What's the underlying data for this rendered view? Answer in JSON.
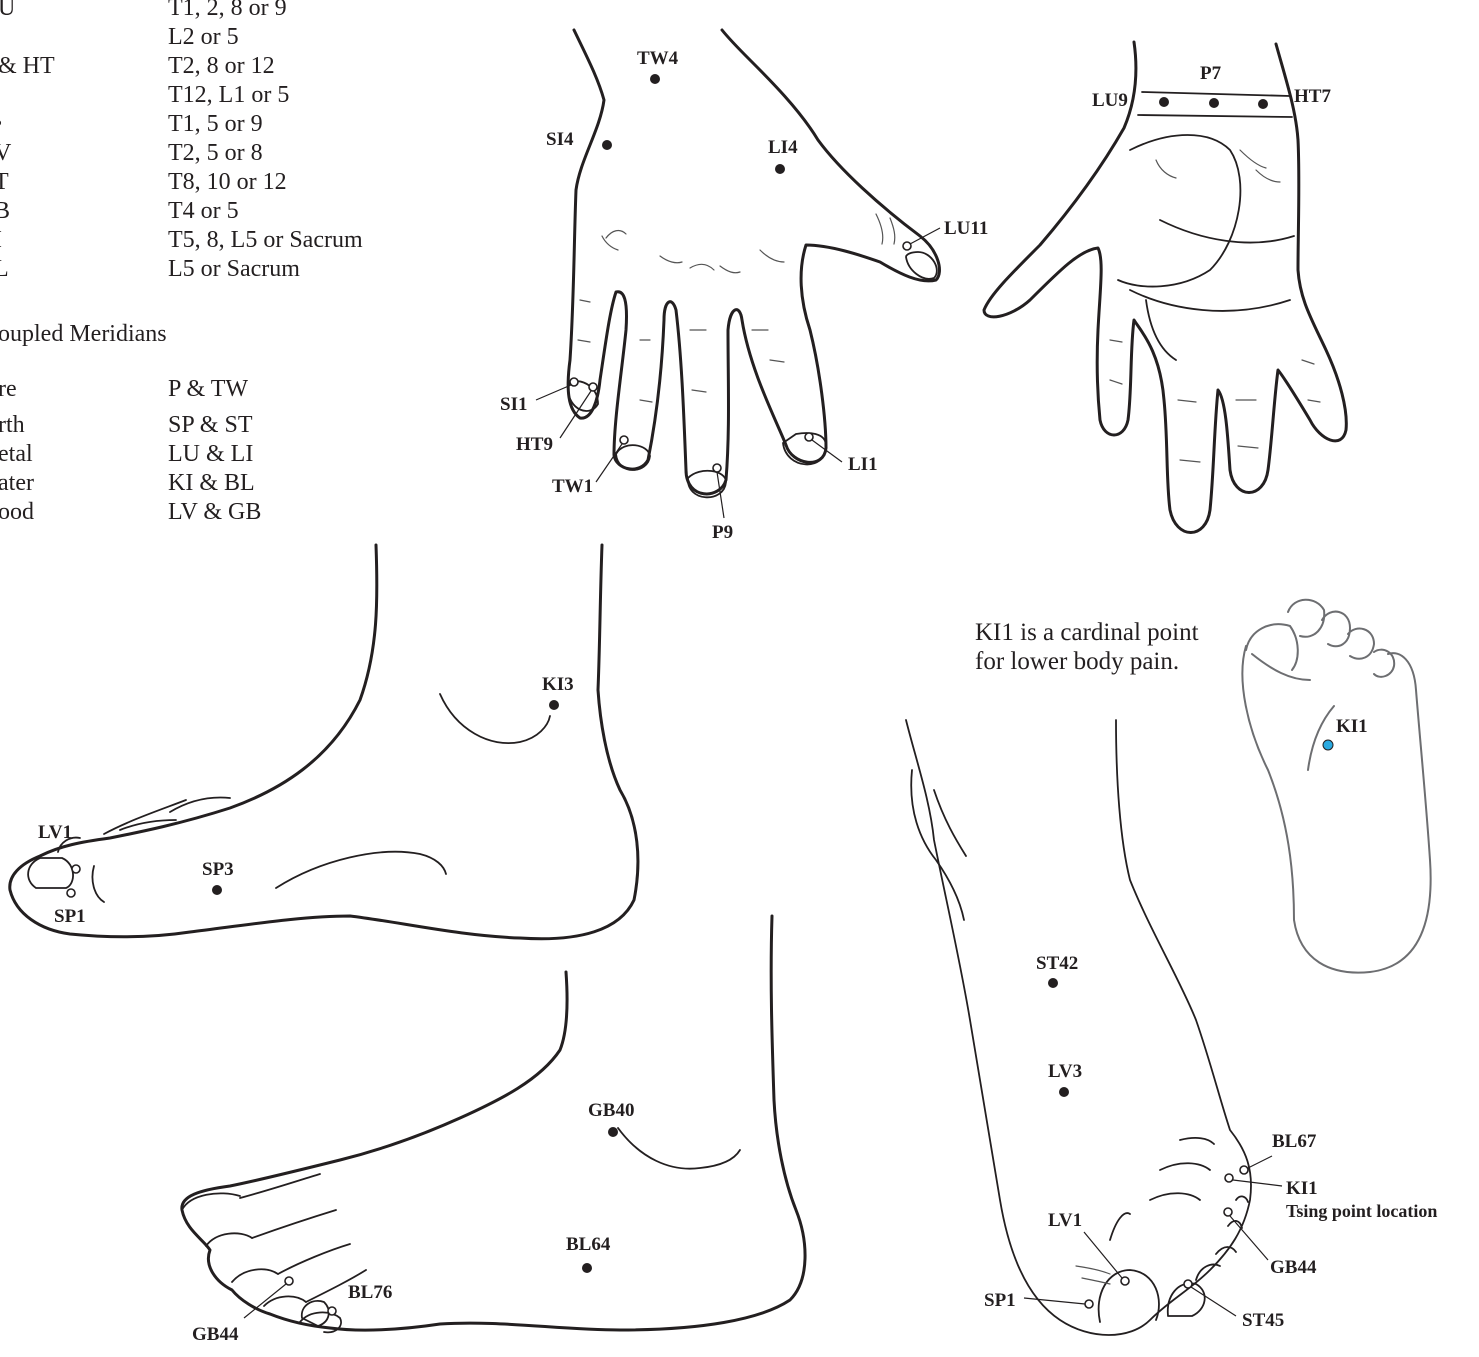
{
  "table_top": {
    "rows": [
      {
        "meridian": "U",
        "vertebrae": "T1, 2, 8 or 9"
      },
      {
        "meridian": "",
        "vertebrae": "L2 or 5"
      },
      {
        "meridian": "& HT",
        "vertebrae": "T2, 8 or 12"
      },
      {
        "meridian": "",
        "vertebrae": "T12, L1 or 5"
      },
      {
        "meridian": "•",
        "vertebrae": "T1, 5 or 9"
      },
      {
        "meridian": "V",
        "vertebrae": "T2, 5 or 8"
      },
      {
        "meridian": "T",
        "vertebrae": "T8, 10 or 12"
      },
      {
        "meridian": "B",
        "vertebrae": "T4 or 5"
      },
      {
        "meridian": "I",
        "vertebrae": "T5, 8, L5 or Sacrum"
      },
      {
        "meridian": "L",
        "vertebrae": "L5 or Sacrum"
      }
    ]
  },
  "coupled": {
    "title": "oupled Meridians",
    "rows": [
      {
        "element": "re",
        "pair": "P & TW"
      },
      {
        "element": "rth",
        "pair": "SP & ST"
      },
      {
        "element": "etal",
        "pair": "LU & LI"
      },
      {
        "element": "ater",
        "pair": "KI & BL"
      },
      {
        "element": "ood",
        "pair": "LV & GB"
      }
    ]
  },
  "note": {
    "line1": "KI1 is a cardinal point",
    "line2": "for lower body pain."
  },
  "points": {
    "hand_back": {
      "tw4": "TW4",
      "si4": "SI4",
      "li4": "LI4",
      "lu11": "LU11",
      "si1": "SI1",
      "ht9": "HT9",
      "tw1": "TW1",
      "p9": "P9",
      "li1": "LI1"
    },
    "palm": {
      "lu9": "LU9",
      "p7": "P7",
      "ht7": "HT7"
    },
    "medial_foot": {
      "ki3": "KI3",
      "lv1": "LV1",
      "sp3": "SP3",
      "sp1": "SP1"
    },
    "lateral_foot": {
      "gb40": "GB40",
      "bl64": "BL64",
      "gb44": "GB44",
      "bl76": "BL76"
    },
    "sole": {
      "ki1": "KI1"
    },
    "top_foot": {
      "st42": "ST42",
      "lv3": "LV3",
      "bl67": "BL67",
      "ki1": "KI1",
      "tsing": "Tsing point location",
      "gb44": "GB44",
      "lv1": "LV1",
      "sp1": "SP1",
      "st45": "ST45"
    }
  },
  "colors": {
    "ink": "#231f20",
    "highlight_point": "#29a9e0",
    "sole_outline": "#6d6e71"
  }
}
